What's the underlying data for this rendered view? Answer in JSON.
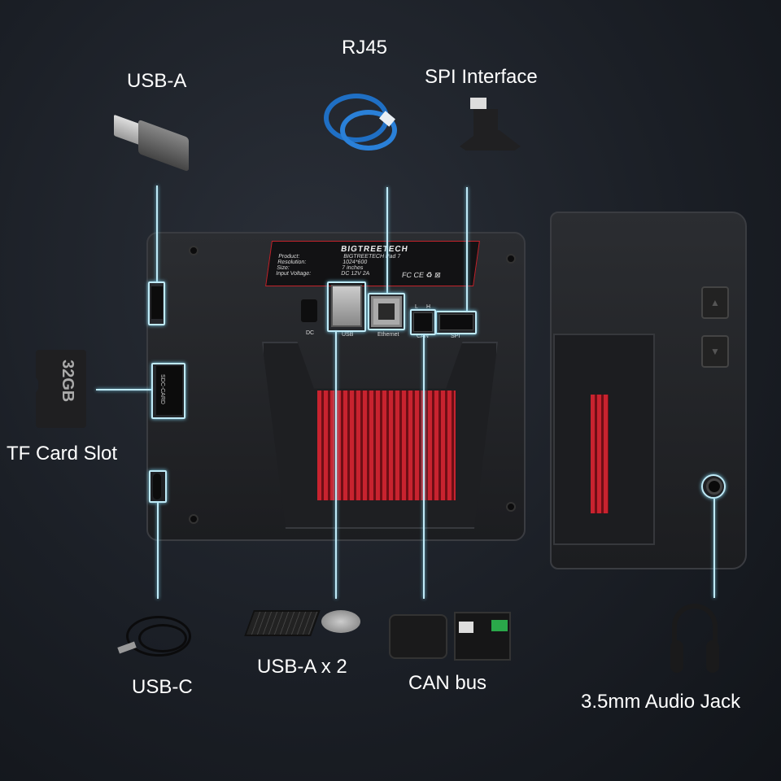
{
  "callouts": {
    "usb_a": "USB-A",
    "rj45": "RJ45",
    "spi": "SPI Interface",
    "tf_card": "TF Card Slot",
    "usb_c": "USB-C",
    "usb_a_x2": "USB-A x 2",
    "can_bus": "CAN bus",
    "audio": "3.5mm Audio Jack"
  },
  "sd_card": {
    "capacity": "32GB"
  },
  "slot_label": "SDC-CARD",
  "plate": {
    "brand": "BIGTREETECH",
    "rows": [
      {
        "k": "Product:",
        "v": "BIGTREETECH Pad 7"
      },
      {
        "k": "Resolution:",
        "v": "1024*600"
      },
      {
        "k": "Size:",
        "v": "7 inches"
      },
      {
        "k": "Input Voltage:",
        "v": "DC 12V 2A"
      }
    ],
    "certs": "FC CE ♻ ⊠"
  },
  "ports": {
    "dc": "DC",
    "usb": "USB",
    "ethernet": "Ethernet",
    "can": "CAN",
    "can_l": "L",
    "can_h": "H",
    "spi": "SPI"
  },
  "colors": {
    "callout": "#bfeaf7",
    "accent_red": "#c8232f"
  }
}
